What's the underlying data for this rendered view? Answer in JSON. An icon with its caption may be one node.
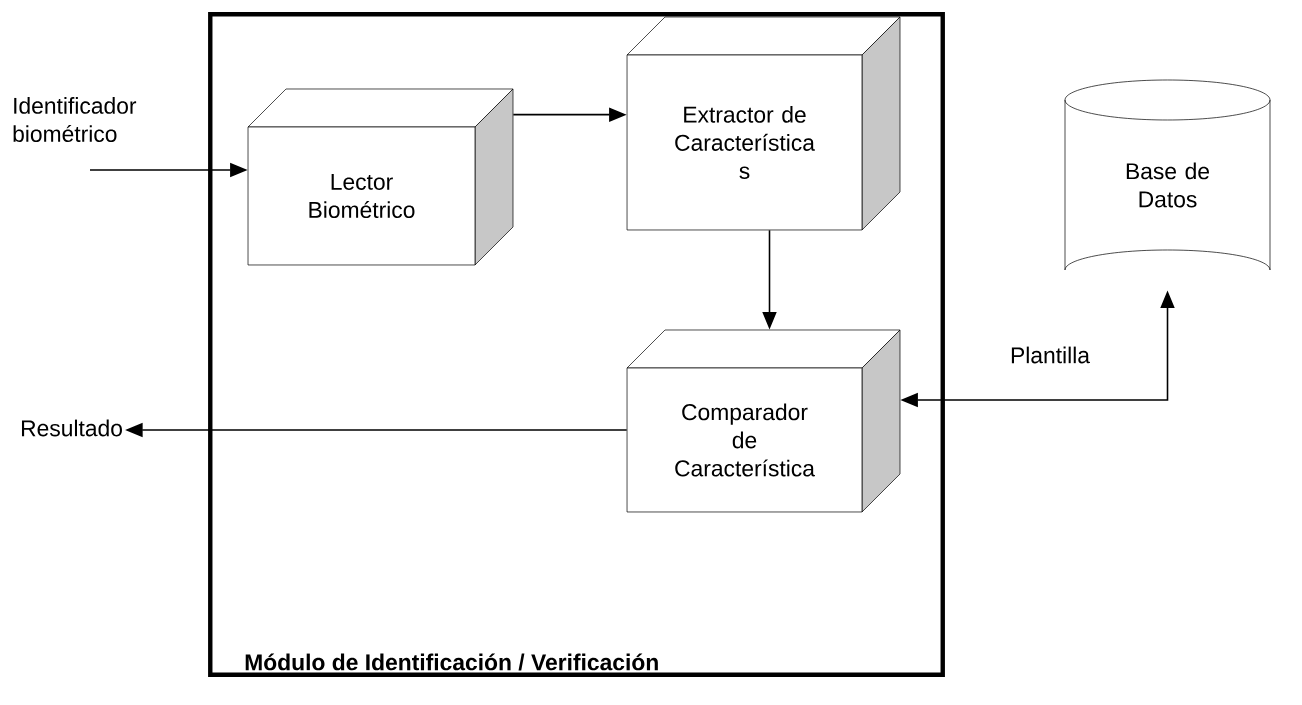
{
  "diagram": {
    "nodes": [
      {
        "text": [
          "Módulo de Identificación / Verificación"
        ]
      },
      {
        "text": [
          "Identificador biométrico"
        ]
      },
      {
        "text": [
          "Lector Biométrico"
        ],
        "in": 0
      },
      {
        "text": [
          "Extractor de Característica s"
        ],
        "in": 0
      },
      {
        "text": [
          "Comparador de Característica"
        ],
        "in": 0
      },
      {
        "text": [
          "Base de Datos"
        ]
      },
      {
        "text": [
          "Resultado"
        ]
      }
    ],
    "edges": [
      {
        "from": 1,
        "to": 2,
        "arrow": "to"
      },
      {
        "from": 2,
        "to": 3,
        "arrow": "to"
      },
      {
        "from": 3,
        "to": 4,
        "arrow": "to"
      },
      {
        "from": 5,
        "to": 4,
        "arrow": "both",
        "label": "Plantilla"
      },
      {
        "from": 4,
        "to": 6,
        "arrow": "to"
      }
    ]
  }
}
